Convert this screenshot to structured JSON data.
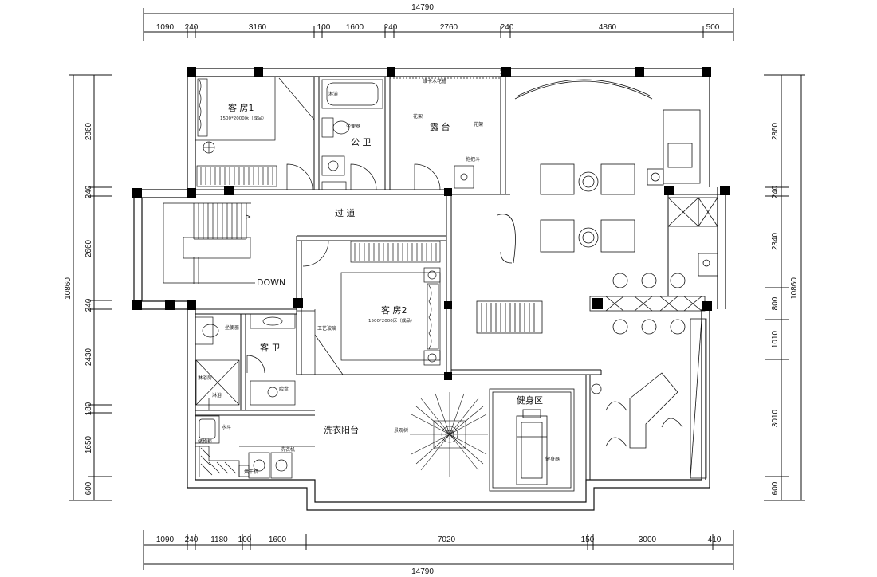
{
  "dimensions": {
    "top_total": "14790",
    "top": [
      "1090",
      "240",
      "3160",
      "100",
      "1600",
      "240",
      "2760",
      "240",
      "4860",
      "500"
    ],
    "bottom_total": "14790",
    "bottom": [
      "1090",
      "240",
      "1180",
      "100",
      "1600",
      "7020",
      "150",
      "3000",
      "410"
    ],
    "left_total": "10860",
    "left": [
      "2860",
      "240",
      "2660",
      "240",
      "2430",
      "180",
      "1650",
      "600"
    ],
    "right_total": "10860",
    "right": [
      "2860",
      "240",
      "2340",
      "800",
      "1010",
      "3010",
      "600"
    ]
  },
  "rooms": {
    "guest_room_1": "客 房1",
    "guest_room_1_bed": "1500*2000床（成品）",
    "public_bath": "公 卫",
    "terrace": "露 台",
    "corridor": "过 道",
    "stair_down": "DOWN",
    "guest_room_2": "客 房2",
    "guest_room_2_bed": "1500*2000床（成品）",
    "guest_bath": "客 卫",
    "laundry_balcony": "洗衣阳台",
    "gym": "健身区"
  },
  "labels": {
    "shower": "淋浴",
    "toilet_1": "坐便器",
    "planter": "维卡木花槽",
    "flower_rack_1": "花架",
    "flower_rack_2": "花架",
    "mop_basin": "拖把斗",
    "craft_glass": "工艺玻璃",
    "toilet_2": "坐便器",
    "shower_2": "淋浴",
    "shower_room": "淋浴房",
    "wash_basin": "脸盆",
    "sink": "水斗",
    "washer": "洗衣机",
    "dryer": "烘干机",
    "cabinet": "储物柜",
    "treadmill": "健身器",
    "fan": "景观树"
  }
}
